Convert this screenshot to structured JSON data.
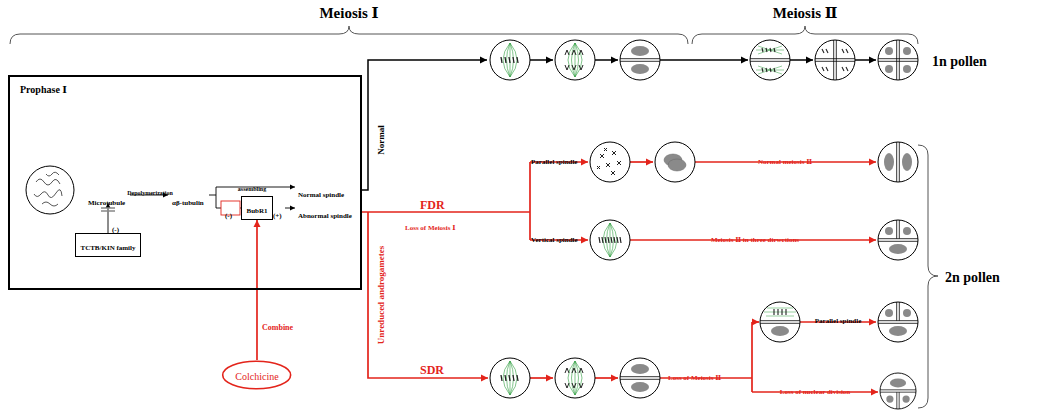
{
  "diagram": {
    "nodes": [
      {
        "text": [
          "Prophase Ⅰ"
        ]
      },
      {
        "text": [
          "TCTB/KIN family"
        ],
        "in": 0
      },
      {
        "text": [
          "BubR1"
        ],
        "in": 0
      },
      {
        "text": [
          "Colchicine"
        ]
      }
    ],
    "edges": [
      {
        "from": 3,
        "to": 2,
        "arrow": "to",
        "label": "Combine"
      }
    ],
    "labels": [
      "Meiosis Ⅰ",
      "Meiosis Ⅱ",
      "Microtubule",
      "Depolymerization",
      "αβ-tubulin",
      "(-)",
      "assembling",
      "(-)",
      "(+)",
      "Normal spindle",
      "Abnormal spindle",
      "Normal",
      "1n pollen",
      "FDR",
      "Loss of Meiosis Ⅰ",
      "Parallel spindle",
      "Vertical spindle",
      "Normal meiosis Ⅱ",
      "Meiosis Ⅱ in three dirwctions",
      "Unreduced androgametes",
      "SDR",
      "Loss of Meiosis Ⅱ",
      "Parallel spindle",
      "Loss of nuclear division",
      "2n pollen"
    ]
  }
}
